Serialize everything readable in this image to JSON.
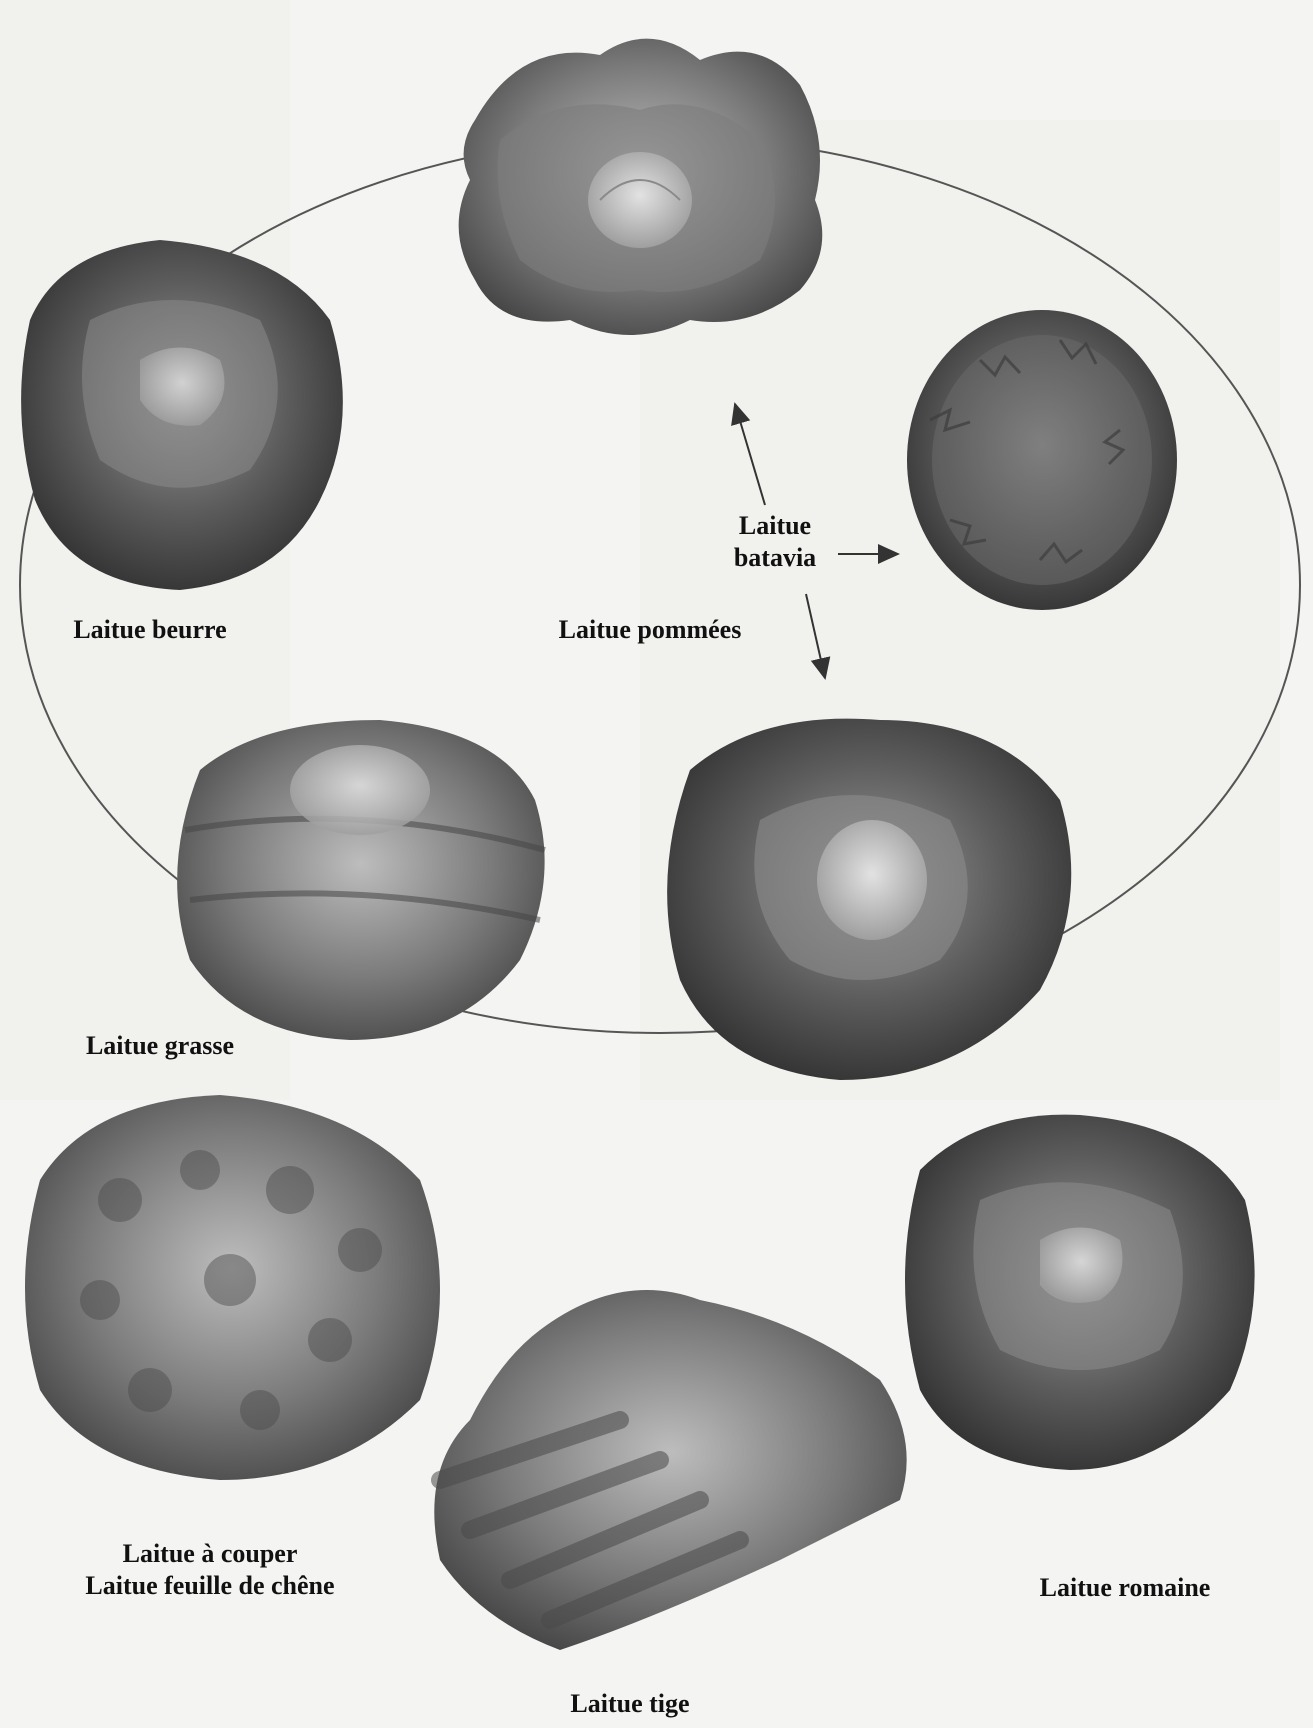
{
  "colors": {
    "background": "#f4f4f2",
    "ring": "#555555",
    "leaf_dark": "#3a3a3a",
    "leaf_mid": "#6f6f6f",
    "leaf_light": "#a8a8a8",
    "heart": "#c9c9c9",
    "label": "#111111"
  },
  "diagram": {
    "group_label": "Laitue pommées",
    "center_label": {
      "line1": "Laitue",
      "line2": "batavia"
    },
    "varieties": {
      "beurre": "Laitue beurre",
      "grasse": "Laitue grasse",
      "couper_line1": "Laitue à couper",
      "couper_line2": "Laitue feuille de chêne",
      "tige": "Laitue tige",
      "romaine": "Laitue romaine"
    }
  }
}
